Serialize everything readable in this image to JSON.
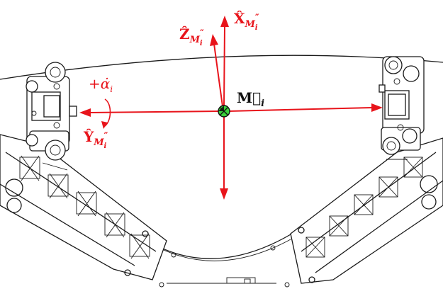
{
  "labels": {
    "x_axis": {
      "base": "X̂",
      "sub": "M",
      "sup": "″",
      "subsub": "i"
    },
    "z_axis": {
      "base": "Ẑ",
      "sub": "M",
      "sup": "″",
      "subsub": "i"
    },
    "y_axis": {
      "base": "Ŷ",
      "sub": "M",
      "sup": "″",
      "subsub": "i"
    },
    "rotation": {
      "sign": "+",
      "base": "α̇",
      "sub": "i"
    },
    "origin": {
      "base": "M⃗",
      "sub": "i"
    }
  },
  "colors": {
    "axis": "#e8141b",
    "origin_marker": "#3bd13b",
    "line_art": "#1a1a1a"
  },
  "icons": {
    "origin": "center-of-mass-icon",
    "rotation": "rotation-arrow-icon"
  }
}
